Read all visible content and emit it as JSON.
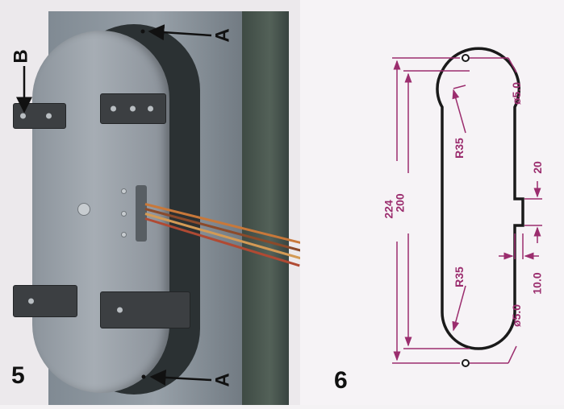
{
  "photo": {
    "figure_number": "5",
    "label_a_top": "A",
    "label_a_bottom": "A",
    "label_b": "B"
  },
  "drawing": {
    "figure_number": "6",
    "dim_overall_height": "224",
    "dim_inner_height": "200",
    "dim_radius_top": "R35",
    "dim_radius_bottom": "R35",
    "dim_hole_top": "ø5.0",
    "dim_hole_bottom": "ø5.0",
    "dim_notch_height": "20",
    "dim_notch_depth": "10.0",
    "color_dimension": "#9b2d6e",
    "color_outline": "#1a1a1a"
  }
}
